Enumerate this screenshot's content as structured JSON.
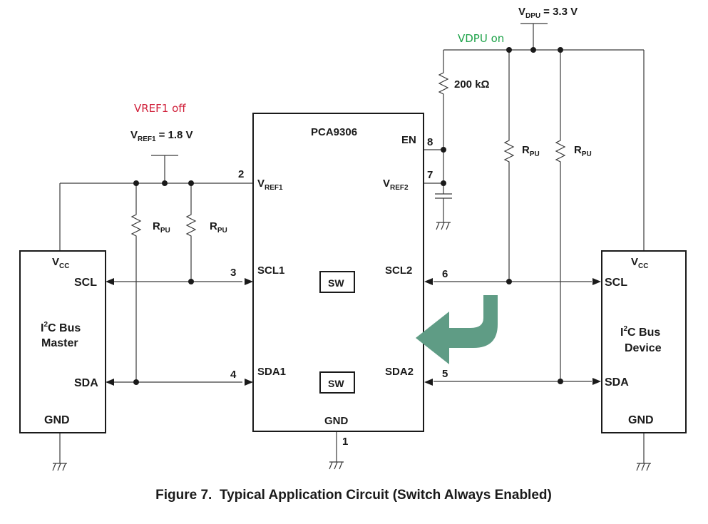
{
  "annotations": {
    "vref1_state": "VREF1 off",
    "vdpu_state": "VDPU on",
    "vref1_color": "#d0203a",
    "vdpu_color": "#1fa34a"
  },
  "supplies": {
    "vdpu_main": "V",
    "vdpu_sub": "DPU",
    "vdpu_value": "= 3.3 V",
    "vref1_main": "V",
    "vref1_sub": "REF1",
    "vref1_value": "= 1.8 V"
  },
  "resistors": {
    "enable_value": "200 kΩ",
    "pullup_main": "R",
    "pullup_sub": "PU"
  },
  "chip": {
    "name": "PCA9306",
    "en": "EN",
    "vref1_main": "V",
    "vref1_sub": "REF1",
    "vref2_main": "V",
    "vref2_sub": "REF2",
    "scl1": "SCL1",
    "scl2": "SCL2",
    "sda1": "SDA1",
    "sda2": "SDA2",
    "gnd": "GND",
    "switch_label": "SW",
    "pins": {
      "p1": "1",
      "p2": "2",
      "p3": "3",
      "p4": "4",
      "p5": "5",
      "p6": "6",
      "p7": "7",
      "p8": "8"
    }
  },
  "master": {
    "vcc_main": "V",
    "vcc_sub": "CC",
    "scl": "SCL",
    "name_i": "I",
    "name_sup": "2",
    "name_rest": "C Bus",
    "name_line2": "Master",
    "sda": "SDA",
    "gnd": "GND"
  },
  "device": {
    "vcc_main": "V",
    "vcc_sub": "CC",
    "scl": "SCL",
    "name_i": "I",
    "name_sup": "2",
    "name_rest": "C Bus",
    "name_line2": "Device",
    "sda": "SDA",
    "gnd": "GND"
  },
  "caption": "Figure 7.  Typical Application Circuit (Switch Always Enabled)",
  "arrow_color": "#5f9c85"
}
